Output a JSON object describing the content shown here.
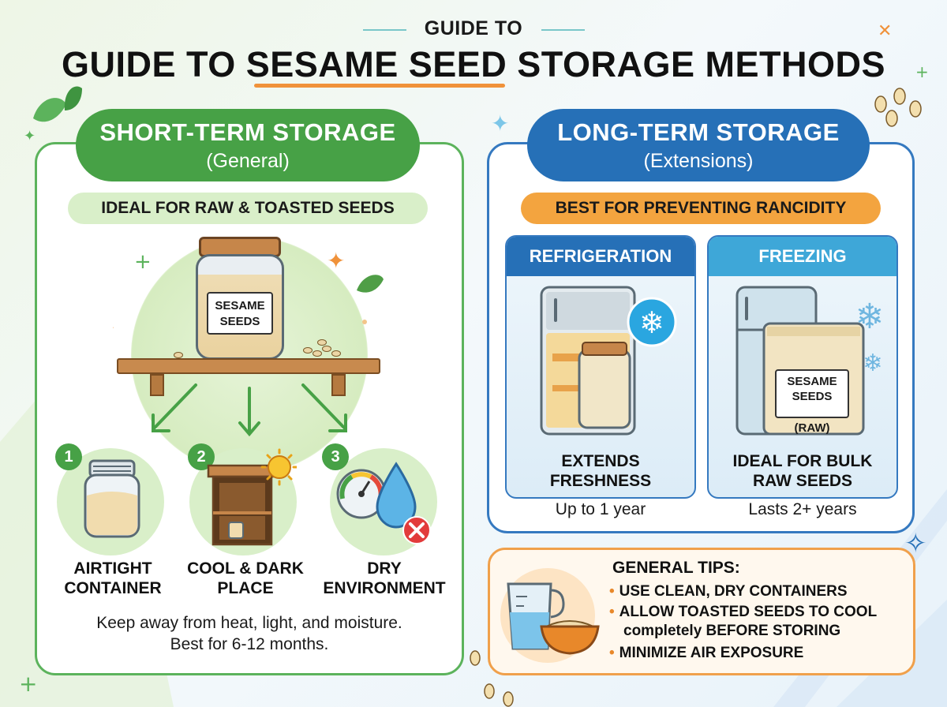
{
  "header": {
    "kicker": "GUIDE TO",
    "title": "GUIDE TO SESAME SEED STORAGE METHODS"
  },
  "short_term": {
    "title": "SHORT-TERM STORAGE",
    "subtitle": "(General)",
    "pill": "IDEAL FOR RAW & TOASTED SEEDS",
    "jar_label_line1": "SESAME",
    "jar_label_line2": "SEEDS",
    "items": [
      {
        "number": "1",
        "label_line1": "AIRTIGHT",
        "label_line2": "CONTAINER"
      },
      {
        "number": "2",
        "label_line1": "COOL & DARK",
        "label_line2": "PLACE"
      },
      {
        "number": "3",
        "label_line1": "DRY",
        "label_line2": "ENVIRONMENT"
      }
    ],
    "note_line1": "Keep away from heat, light, and moisture.",
    "note_line2": "Best for 6-12 months."
  },
  "long_term": {
    "title": "LONG-TERM STORAGE",
    "subtitle": "(Extensions)",
    "pill": "BEST FOR PREVENTING RANCIDITY",
    "refrigeration": {
      "heading": "REFRIGERATION",
      "label_line1": "EXTENDS",
      "label_line2": "FRESHNESS",
      "duration": "Up to 1 year",
      "color": "#2670b7"
    },
    "freezing": {
      "heading": "FREEZING",
      "bag_line1": "SESAME",
      "bag_line2": "SEEDS",
      "bag_line3": "(RAW)",
      "label_line1": "IDEAL FOR BULK",
      "label_line2": "RAW SEEDS",
      "duration": "Lasts 2+ years",
      "color": "#3ea7d8"
    }
  },
  "tips": {
    "title": "GENERAL TIPS:",
    "items": [
      "USE CLEAN, DRY CONTAINERS",
      "ALLOW TOASTED SEEDS TO COOL",
      "completely BEFORE STORING",
      "MINIMIZE AIR EXPOSURE"
    ]
  },
  "colors": {
    "green": "#47a146",
    "blue": "#2670b7",
    "orange": "#f0923a"
  }
}
